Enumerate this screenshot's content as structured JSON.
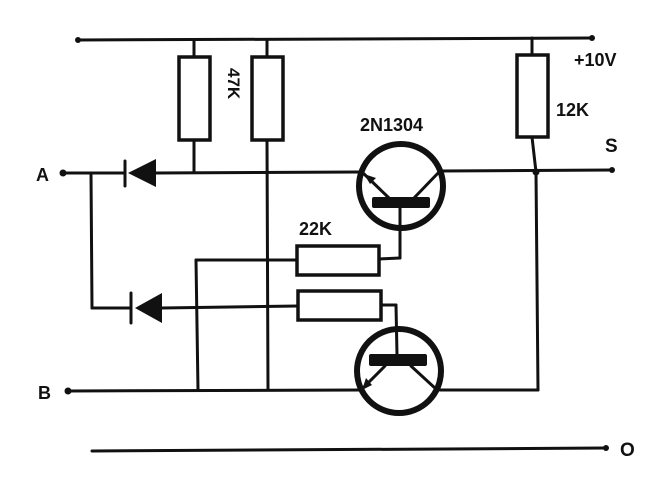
{
  "diagram": {
    "type": "circuit-schematic",
    "terminals": {
      "A": "A",
      "B": "B",
      "S": "S",
      "O": "O",
      "supply": "+10V"
    },
    "components": {
      "r_top_left": {
        "kind": "resistor",
        "label": ""
      },
      "r_top_mid": {
        "kind": "resistor",
        "label": "47K"
      },
      "r_top_right": {
        "kind": "resistor",
        "label": "12K"
      },
      "r_base_upper": {
        "kind": "resistor",
        "label": "22K"
      },
      "r_base_lower": {
        "kind": "resistor",
        "label": ""
      },
      "d_upper": {
        "kind": "diode"
      },
      "d_lower": {
        "kind": "diode"
      },
      "q_upper": {
        "kind": "transistor",
        "label": "2N1304"
      },
      "q_lower": {
        "kind": "transistor",
        "label": ""
      }
    },
    "colors": {
      "ink": "#111111",
      "paper": "#ffffff"
    }
  }
}
